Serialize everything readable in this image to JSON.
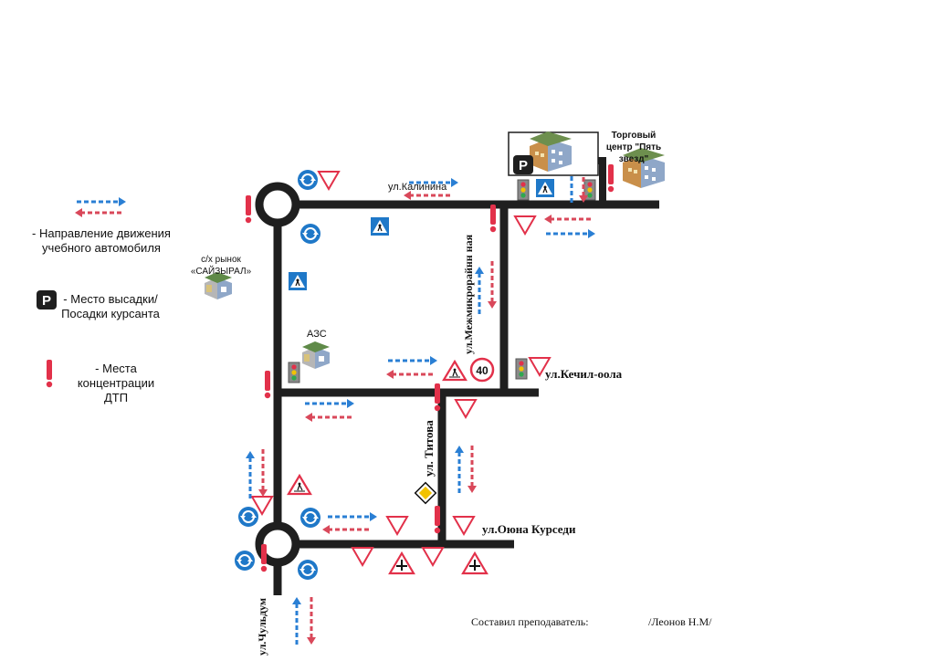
{
  "legend": {
    "direction_label": "- Направление движения учебного автомобиля",
    "parking_label": "- Место высадки/ Посадки курсанта",
    "accident_label": "- Места концентрации ДТП",
    "parking_symbol": "P",
    "accident_symbol": "!"
  },
  "streets": {
    "kalinina": "ул.Калинина",
    "mezhmikro": "ул.Межмикрорайнн ная",
    "kechil": "ул.Кечил-оола",
    "titova": "ул. Титова",
    "oyuna": "ул.Оюна Курседи",
    "chuldum": "ул.Чульдум"
  },
  "places": {
    "market": "с/х рынок «САЙЗЫРАЛ»",
    "azs": "АЗС",
    "mall": "Торговый центр \"Пять звезд\""
  },
  "signs": {
    "speed_limit": "40",
    "parking": "P"
  },
  "footer": {
    "author_label": "Составил преподаватель:",
    "author_name": "/Леонов Н.М/"
  },
  "colors": {
    "road": "#1f1f1f",
    "blue_arrow": "#2a7fd4",
    "red_arrow": "#d9485a",
    "sign_blue": "#1f78c8",
    "sign_red": "#e2314a"
  },
  "icons": [
    "roundabout-sign-icon",
    "yield-sign-icon",
    "pedestrian-crossing-icon",
    "traffic-light-icon",
    "building-icon",
    "warning-pedestrian-icon",
    "crossroads-icon",
    "priority-road-icon",
    "speed-limit-icon",
    "accident-mark-icon",
    "parking-icon"
  ]
}
